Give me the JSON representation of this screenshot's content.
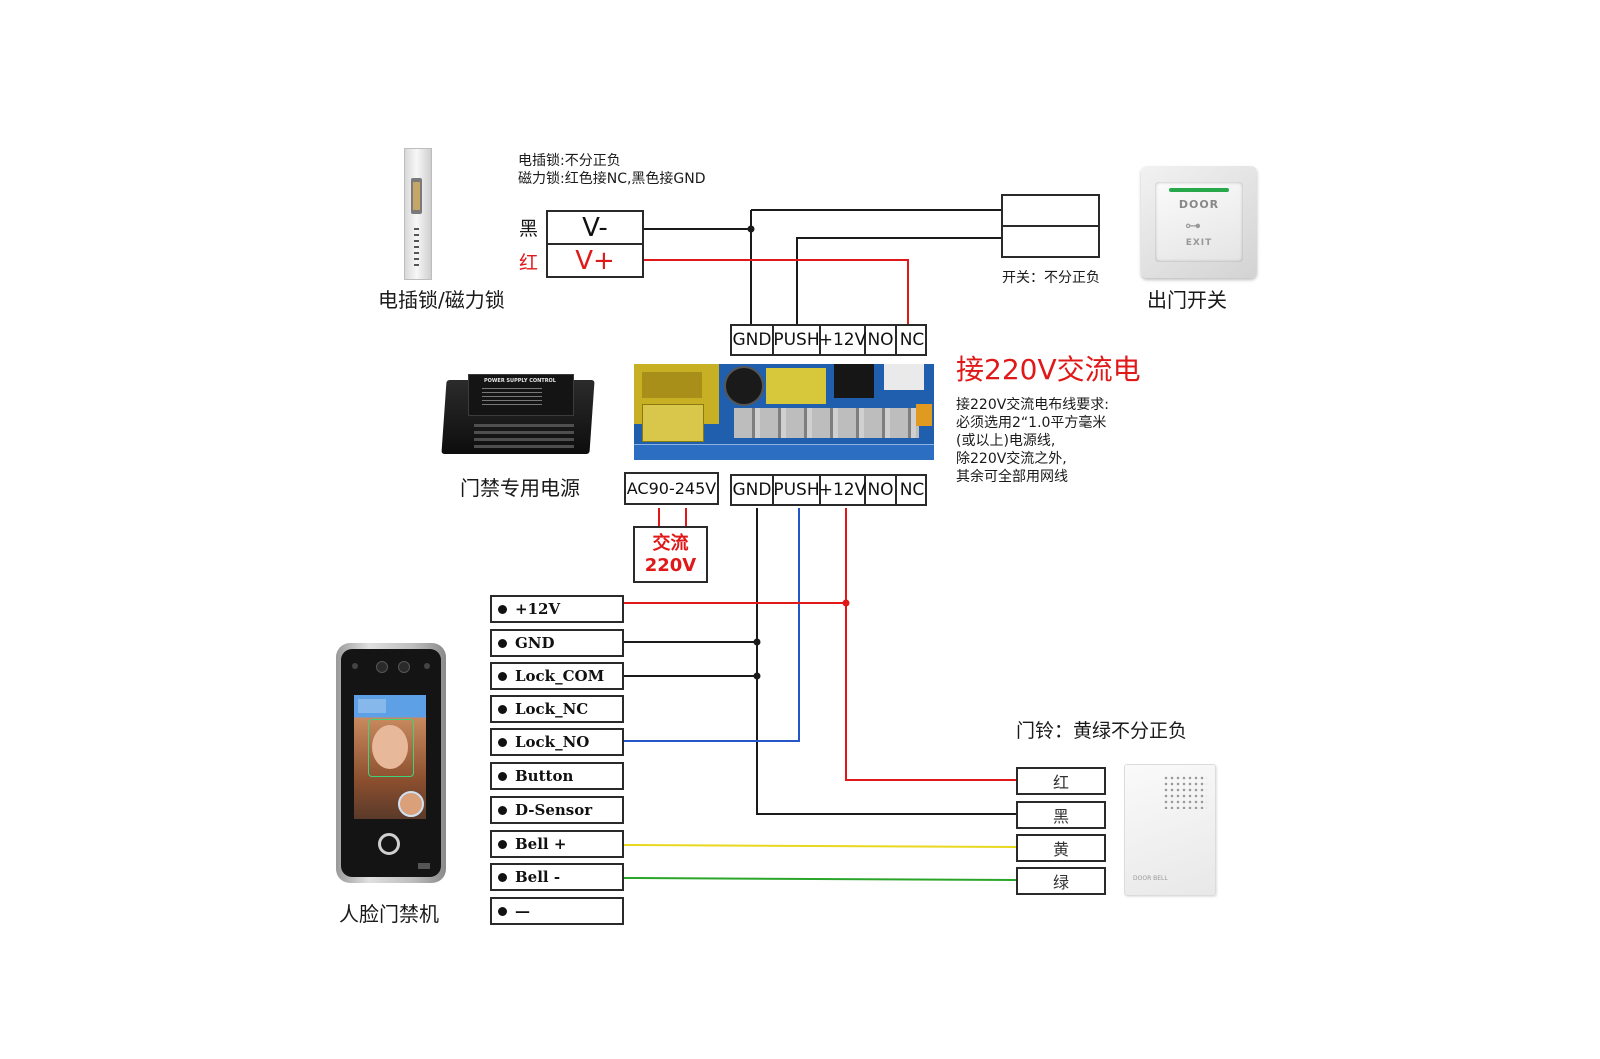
{
  "lock": {
    "note_line1": "电插锁:不分正负",
    "note_line2": "磁力锁:红色接NC,黑色接GND",
    "black_label": "黑",
    "red_label": "红",
    "v_minus": "V-",
    "v_plus": "V+",
    "caption": "电插锁/磁力锁"
  },
  "exit_button": {
    "switch_note": "开关：不分正负",
    "caption": "出门开关",
    "face_top": "DOOR",
    "face_bottom": "EXIT"
  },
  "terminal_top": {
    "cells": [
      "GND",
      "PUSH",
      "+12V",
      "NO",
      "NC"
    ]
  },
  "terminal_bottom": {
    "cells": [
      "GND",
      "PUSH",
      "+12V",
      "NO",
      "NC"
    ]
  },
  "power_supply": {
    "caption": "门禁专用电源",
    "label_title": "POWER SUPPLY CONTROL",
    "ac_input": "AC90-245V",
    "ac_line1": "交流",
    "ac_line2": "220V"
  },
  "ac_note": {
    "heading": "接220V交流电",
    "lines": [
      "接220V交流电布线要求:",
      "必须选用2“1.0平方毫米",
      "(或以上)电源线,",
      "除220V交流之外,",
      "其余可全部用网线"
    ]
  },
  "reader": {
    "caption": "人脸门禁机",
    "pins": [
      "+12V",
      "GND",
      "Lock_COM",
      "Lock_NC",
      "Lock_NO",
      "Button",
      "D-Sensor",
      "Bell +",
      "Bell -",
      "—"
    ]
  },
  "bell": {
    "note": "门铃：黄绿不分正负",
    "pins": [
      "红",
      "黑",
      "黄",
      "绿"
    ],
    "brand": "DOOR BELL"
  },
  "colors": {
    "wire_black": "#1a1a1a",
    "wire_red": "#e01818",
    "wire_blue": "#2456c8",
    "wire_yellow": "#e8d820",
    "wire_green": "#2aa52a",
    "accent_red": "#e01818"
  }
}
